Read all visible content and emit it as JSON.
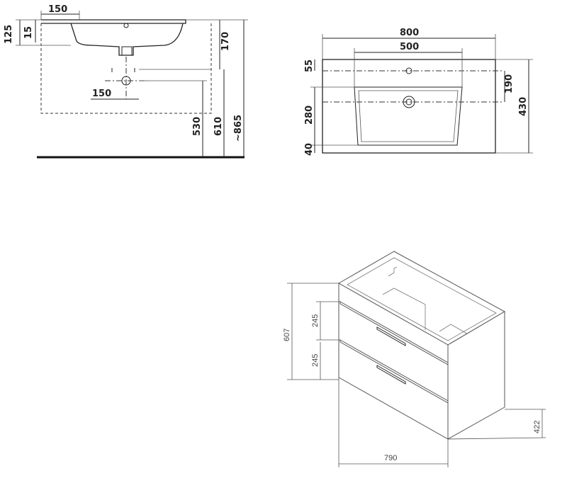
{
  "side_view": {
    "dim_150_top": "150",
    "dim_125": "125",
    "dim_15": "15",
    "dim_170": "170",
    "dim_150_bottom": "150",
    "dim_530": "530",
    "dim_610": "610",
    "dim_865": "~865"
  },
  "top_view": {
    "dim_800": "800",
    "dim_500": "500",
    "dim_55": "55",
    "dim_190": "190",
    "dim_280": "280",
    "dim_430": "430",
    "dim_40": "40"
  },
  "cabinet_view": {
    "dim_607": "607",
    "dim_245_upper": "245",
    "dim_245_lower": "245",
    "dim_790": "790",
    "dim_422": "422"
  }
}
